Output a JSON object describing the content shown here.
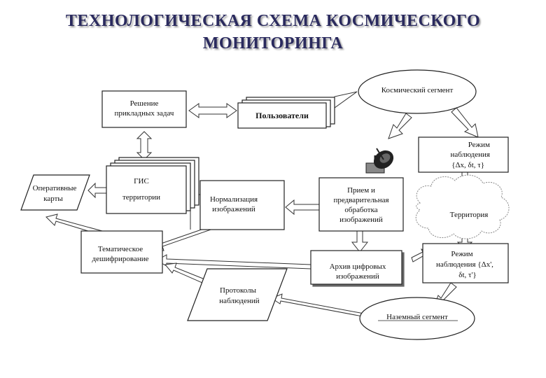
{
  "title": {
    "line1": "ТЕХНОЛОГИЧЕСКАЯ СХЕМА КОСМИЧЕСКОГО",
    "line2": "МОНИТОРИНГА"
  },
  "nodes": {
    "space_segment": "Космический сегмент",
    "task_solving": [
      "Решение",
      "прикладных задач"
    ],
    "users": "Пользователи",
    "mode_top": [
      "Режим",
      "наблюдения",
      "{Δx, δt, τ}"
    ],
    "gis": [
      "ГИС",
      "территории"
    ],
    "operational_maps": [
      "Оперативные",
      "карты"
    ],
    "normalization": [
      "Нормализация",
      "изображений"
    ],
    "reception": [
      "Прием и",
      "предварительная",
      "обработка",
      "изображений"
    ],
    "territory": "Территория",
    "thematic": [
      "Тематическое",
      "дешифрирование"
    ],
    "archive": [
      "Архив цифровых",
      "изображений"
    ],
    "mode_bottom": [
      "Режим",
      "наблюдения {Δx',",
      "δt, τ'}"
    ],
    "protocols": [
      "Протоколы",
      "наблюдений"
    ],
    "ground_segment": "Наземный сегмент"
  },
  "icons": [
    "satellite-dish-icon",
    "cloud-icon"
  ]
}
